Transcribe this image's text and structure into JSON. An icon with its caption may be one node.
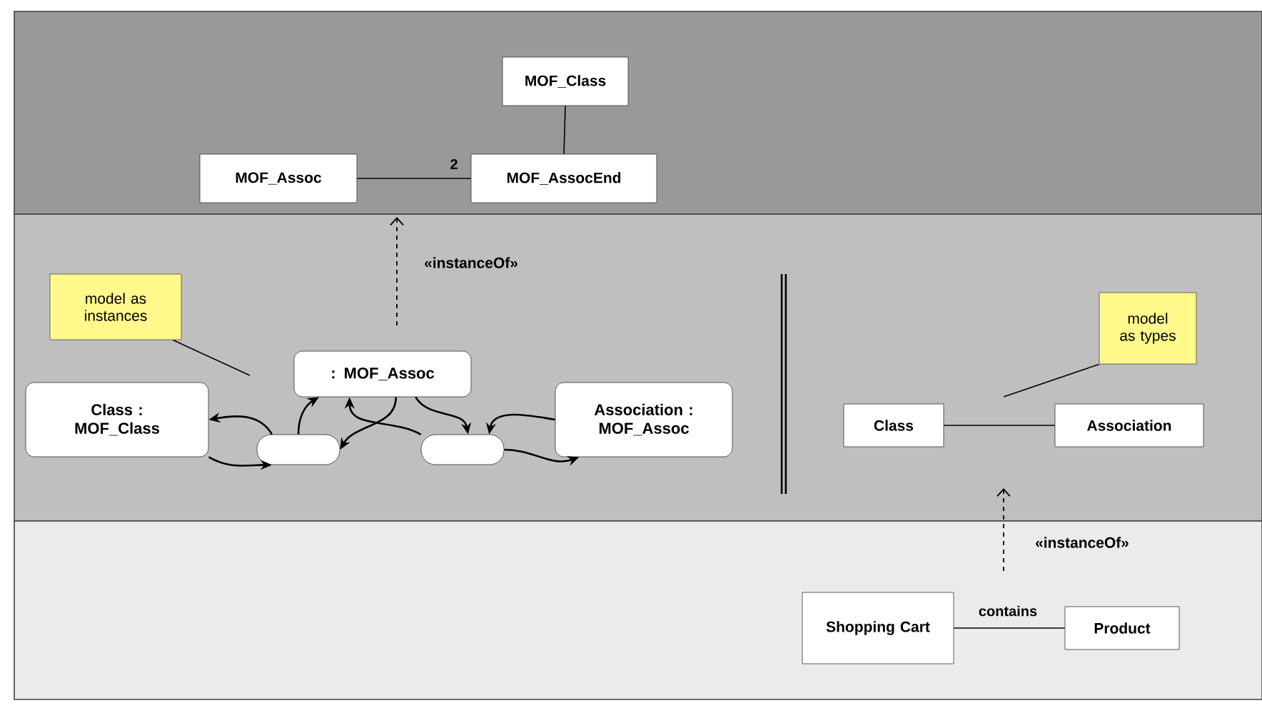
{
  "diagram": {
    "nodes": [
      {
        "text": [
          "MOF_Class"
        ]
      },
      {
        "text": [
          "MOF_Assoc"
        ]
      },
      {
        "text": [
          "MOF_AssocEnd"
        ]
      },
      {
        "text": [
          "model as instances"
        ]
      },
      {
        "text": [
          ": MOF_Assoc"
        ]
      },
      {
        "text": [
          "Class : MOF_Class"
        ]
      },
      {
        "text": [
          "Association : MOF_Assoc"
        ]
      },
      {
        "text": [],
        "shape": "box"
      },
      {
        "text": [],
        "shape": "box"
      },
      {
        "text": [
          "model as types"
        ]
      },
      {
        "text": [
          "Class"
        ]
      },
      {
        "text": [
          "Association"
        ]
      },
      {
        "text": [
          "Shopping Cart"
        ]
      },
      {
        "text": [
          "Product"
        ]
      }
    ],
    "edges": [
      {
        "from": 0,
        "to": 2,
        "arrow": "none"
      },
      {
        "from": 1,
        "to": 2,
        "arrow": "none",
        "label": "2"
      },
      {
        "from": 3,
        "to": null,
        "arrow": "none"
      },
      {
        "from": 7,
        "to": 5,
        "arrow": "to"
      },
      {
        "from": 5,
        "to": 7,
        "arrow": "to"
      },
      {
        "from": 7,
        "to": 4,
        "arrow": "to"
      },
      {
        "from": 4,
        "to": 7,
        "arrow": "to"
      },
      {
        "from": 8,
        "to": 4,
        "arrow": "to"
      },
      {
        "from": 4,
        "to": 8,
        "arrow": "to"
      },
      {
        "from": 6,
        "to": 8,
        "arrow": "to"
      },
      {
        "from": 8,
        "to": 6,
        "arrow": "to"
      },
      {
        "from": 10,
        "to": 11,
        "arrow": "none"
      },
      {
        "from": 9,
        "to": null,
        "arrow": "none"
      },
      {
        "from": 12,
        "to": 13,
        "arrow": "none",
        "label": "contains"
      }
    ],
    "labels": [
      "«instanceOf»",
      "«instanceOf»"
    ]
  }
}
